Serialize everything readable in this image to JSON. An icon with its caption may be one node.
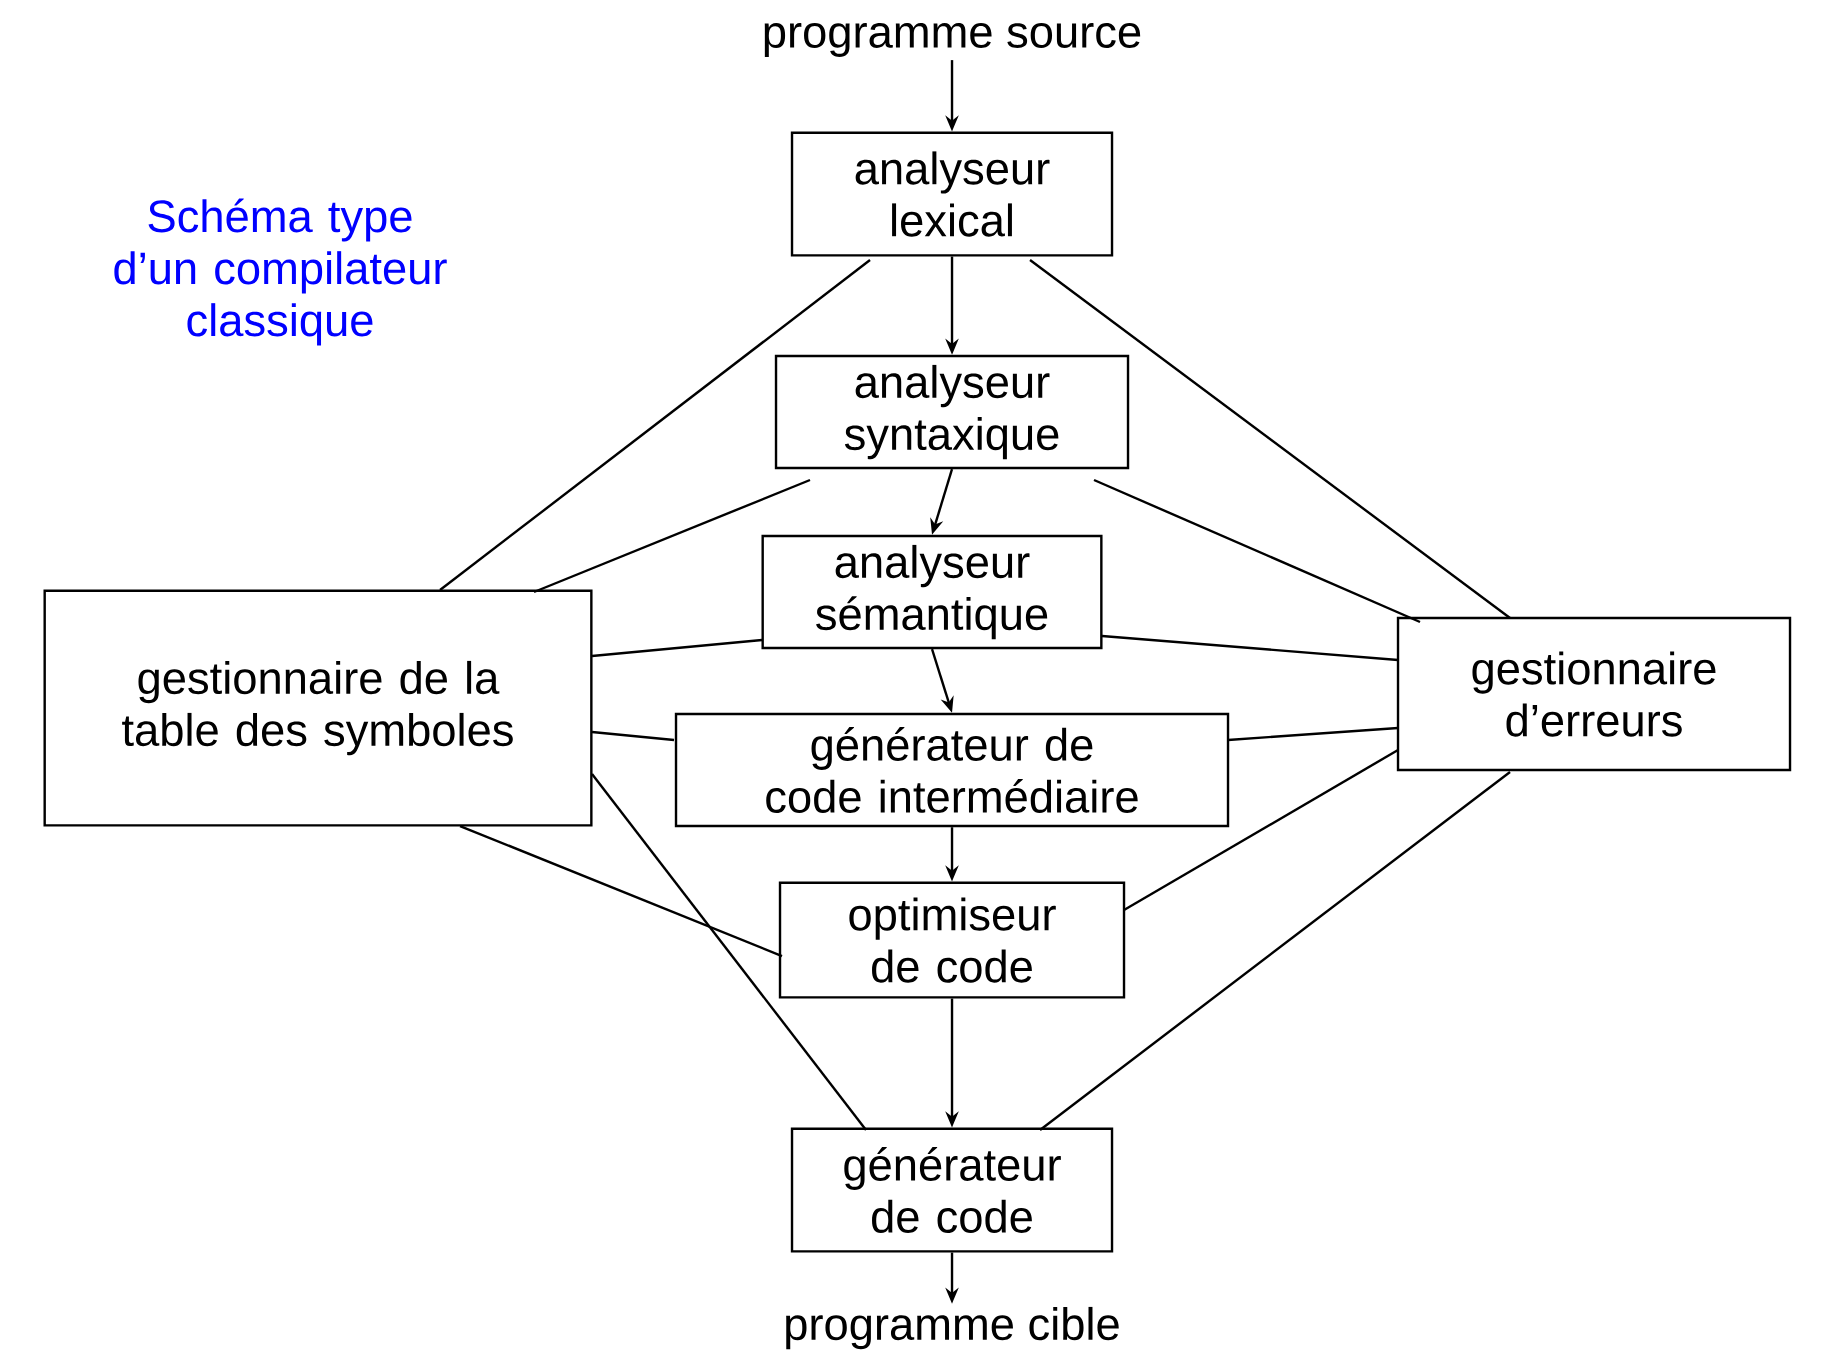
{
  "diagram": {
    "nodes": [
      {
        "text": [
          "programme source"
        ]
      },
      {
        "text": [
          "analyseur lexical"
        ]
      },
      {
        "text": [
          "analyseur syntaxique"
        ]
      },
      {
        "text": [
          "analyseur sémantique"
        ]
      },
      {
        "text": [
          "générateur de code intermédiaire"
        ]
      },
      {
        "text": [
          "optimiseur de code"
        ]
      },
      {
        "text": [
          "générateur de code"
        ]
      },
      {
        "text": [
          "programme cible"
        ]
      },
      {
        "text": [
          "gestionnaire de la table des symboles"
        ]
      },
      {
        "text": [
          "gestionnaire d’erreurs"
        ]
      }
    ],
    "edges": [
      {
        "from": 0,
        "to": 1,
        "arrow": "to"
      },
      {
        "from": 1,
        "to": 2,
        "arrow": "to"
      },
      {
        "from": 2,
        "to": 3,
        "arrow": "to"
      },
      {
        "from": 3,
        "to": 4,
        "arrow": "to"
      },
      {
        "from": 4,
        "to": 5,
        "arrow": "to"
      },
      {
        "from": 5,
        "to": 6,
        "arrow": "to"
      },
      {
        "from": 6,
        "to": 7,
        "arrow": "to"
      },
      {
        "from": 8,
        "to": 1,
        "arrow": "none"
      },
      {
        "from": 8,
        "to": 2,
        "arrow": "none"
      },
      {
        "from": 8,
        "to": 3,
        "arrow": "none"
      },
      {
        "from": 8,
        "to": 4,
        "arrow": "none"
      },
      {
        "from": 8,
        "to": 5,
        "arrow": "none"
      },
      {
        "from": 8,
        "to": 6,
        "arrow": "none"
      },
      {
        "from": 9,
        "to": 1,
        "arrow": "none"
      },
      {
        "from": 9,
        "to": 2,
        "arrow": "none"
      },
      {
        "from": 9,
        "to": 3,
        "arrow": "none"
      },
      {
        "from": 9,
        "to": 4,
        "arrow": "none"
      },
      {
        "from": 9,
        "to": 5,
        "arrow": "none"
      },
      {
        "from": 9,
        "to": 6,
        "arrow": "none"
      }
    ],
    "labels": [
      "Schéma type d’un compilateur classique"
    ]
  }
}
